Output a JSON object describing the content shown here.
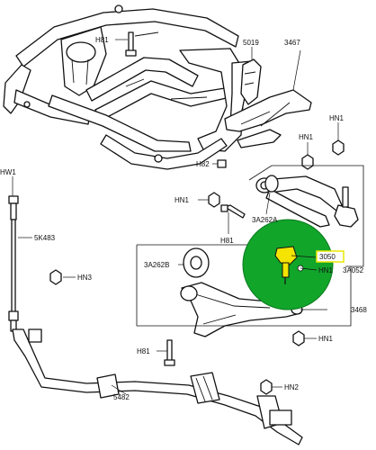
{
  "colors": {
    "highlight_circle": "#11a52a",
    "highlight_box": "#e8e800",
    "line": "#111111",
    "background": "#ffffff"
  },
  "labels": {
    "h81_top": "H81",
    "l5019": "5019",
    "l3467": "3467",
    "hn1_right": "HN1",
    "hn1_mid": "HN1",
    "h82": "H82",
    "hw1": "HW1",
    "l5k483": "5K483",
    "hn1_left": "HN1",
    "l3a262a": "3A262A",
    "h81_mid": "H81",
    "l3a262b": "3A262B",
    "hn3": "HN3",
    "l3050": "3050",
    "hn1_small": "HN1",
    "l3a052": "3A052",
    "l3468": "3468",
    "hn1_low": "HN1",
    "h81_low": "H81",
    "l5482": "5482",
    "hn2": "HN2"
  }
}
